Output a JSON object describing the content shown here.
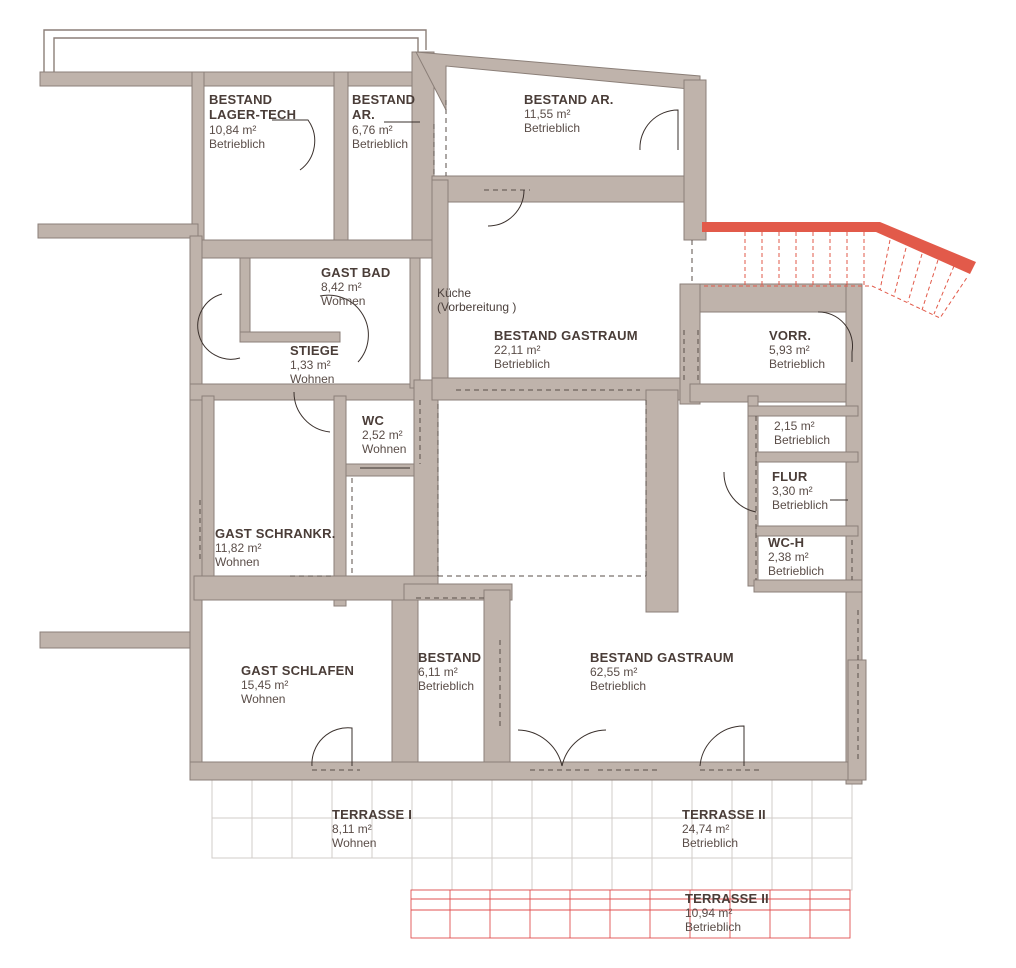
{
  "rooms": [
    {
      "id": "lager-tech",
      "name_lines": [
        "BESTAND",
        "LAGER-TECH"
      ],
      "area": "10,84 m²",
      "use": "Betrieblich"
    },
    {
      "id": "ar-small",
      "name_lines": [
        "BESTAND",
        "AR."
      ],
      "area": "6,76 m²",
      "use": "Betrieblich"
    },
    {
      "id": "ar-large",
      "name_lines": [
        "BESTAND AR."
      ],
      "area": "11,55 m²",
      "use": "Betrieblich"
    },
    {
      "id": "gast-bad",
      "name_lines": [
        "GAST BAD"
      ],
      "area": "8,42 m²",
      "use": "Wohnen"
    },
    {
      "id": "gastraum-1",
      "name_lines": [
        "BESTAND GASTRAUM"
      ],
      "area": "22,11 m²",
      "use": "Betrieblich"
    },
    {
      "id": "stiege",
      "name_lines": [
        "STIEGE"
      ],
      "area": "1,33 m²",
      "use": "Wohnen"
    },
    {
      "id": "vorr",
      "name_lines": [
        "VORR."
      ],
      "area": "5,93 m²",
      "use": "Betrieblich"
    },
    {
      "id": "wc",
      "name_lines": [
        "WC"
      ],
      "area": "2,52 m²",
      "use": "Wohnen"
    },
    {
      "id": "unnamed",
      "name_lines": [],
      "area": "2,15 m²",
      "use": "Betrieblich"
    },
    {
      "id": "flur",
      "name_lines": [
        "FLUR"
      ],
      "area": "3,30 m²",
      "use": "Betrieblich"
    },
    {
      "id": "gast-schrankr",
      "name_lines": [
        "GAST SCHRANKR."
      ],
      "area": "11,82 m²",
      "use": "Wohnen"
    },
    {
      "id": "wc-h",
      "name_lines": [
        "WC-H"
      ],
      "area": "2,38 m²",
      "use": "Betrieblich"
    },
    {
      "id": "gast-schlafen",
      "name_lines": [
        "GAST SCHLAFEN"
      ],
      "area": "15,45 m²",
      "use": "Wohnen"
    },
    {
      "id": "bestand",
      "name_lines": [
        "BESTAND"
      ],
      "area": "6,11 m²",
      "use": "Betrieblich"
    },
    {
      "id": "gastraum-2",
      "name_lines": [
        "BESTAND GASTRAUM"
      ],
      "area": "62,55 m²",
      "use": "Betrieblich"
    },
    {
      "id": "terrasse-1",
      "name_lines": [
        "TERRASSE I"
      ],
      "area": "8,11 m²",
      "use": "Wohnen"
    },
    {
      "id": "terrasse-2",
      "name_lines": [
        "TERRASSE II"
      ],
      "area": "24,74 m²",
      "use": "Betrieblich"
    },
    {
      "id": "terrasse-2b",
      "name_lines": [
        "TERRASSE II"
      ],
      "area": "10,94 m²",
      "use": "Betrieblich"
    }
  ],
  "notes": {
    "kueche_line1": "Küche",
    "kueche_line2": "(Vorbereitung )"
  },
  "colors": {
    "wall_fill": "#bfb3ab",
    "wall_stroke": "#8b7f78",
    "text": "#4a3f3b",
    "stair_red": "#e25a4a",
    "terrace_grid": "#d2ccc8",
    "terrace_red_grid": "#e05050"
  }
}
